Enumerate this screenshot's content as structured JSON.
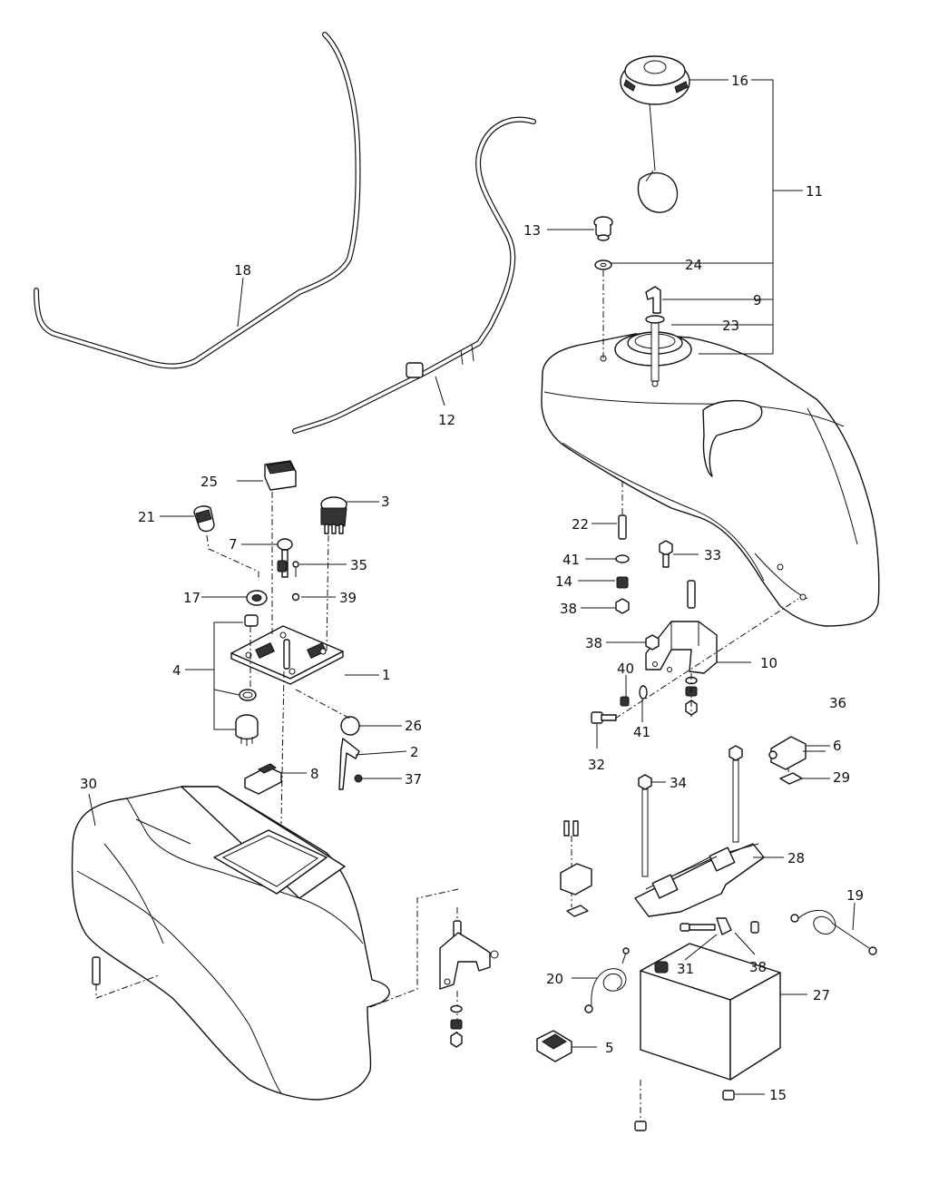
{
  "callouts": [
    {
      "id": "c1",
      "text": "1"
    },
    {
      "id": "c2",
      "text": "2"
    },
    {
      "id": "c3",
      "text": "3"
    },
    {
      "id": "c4",
      "text": "4"
    },
    {
      "id": "c5",
      "text": "5"
    },
    {
      "id": "c6",
      "text": "6"
    },
    {
      "id": "c7",
      "text": "7"
    },
    {
      "id": "c8",
      "text": "8"
    },
    {
      "id": "c9",
      "text": "9"
    },
    {
      "id": "c10",
      "text": "10"
    },
    {
      "id": "c11",
      "text": "11"
    },
    {
      "id": "c12",
      "text": "12"
    },
    {
      "id": "c13",
      "text": "13"
    },
    {
      "id": "c14",
      "text": "14"
    },
    {
      "id": "c15",
      "text": "15"
    },
    {
      "id": "c16",
      "text": "16"
    },
    {
      "id": "c17",
      "text": "17"
    },
    {
      "id": "c18",
      "text": "18"
    },
    {
      "id": "c19",
      "text": "19"
    },
    {
      "id": "c20",
      "text": "20"
    },
    {
      "id": "c21",
      "text": "21"
    },
    {
      "id": "c22",
      "text": "22"
    },
    {
      "id": "c23",
      "text": "23"
    },
    {
      "id": "c24",
      "text": "24"
    },
    {
      "id": "c25",
      "text": "25"
    },
    {
      "id": "c26",
      "text": "26"
    },
    {
      "id": "c27",
      "text": "27"
    },
    {
      "id": "c28",
      "text": "28"
    },
    {
      "id": "c29",
      "text": "29"
    },
    {
      "id": "c30",
      "text": "30"
    },
    {
      "id": "c31",
      "text": "31"
    },
    {
      "id": "c32",
      "text": "32"
    },
    {
      "id": "c33",
      "text": "33"
    },
    {
      "id": "c34",
      "text": "34"
    },
    {
      "id": "c35",
      "text": "35"
    },
    {
      "id": "c36",
      "text": "36"
    },
    {
      "id": "c37",
      "text": "37"
    },
    {
      "id": "c38a",
      "text": "38"
    },
    {
      "id": "c38b",
      "text": "38"
    },
    {
      "id": "c38c",
      "text": "38"
    },
    {
      "id": "c39",
      "text": "39"
    },
    {
      "id": "c40",
      "text": "40"
    },
    {
      "id": "c41a",
      "text": "41"
    },
    {
      "id": "c41b",
      "text": "41"
    }
  ]
}
